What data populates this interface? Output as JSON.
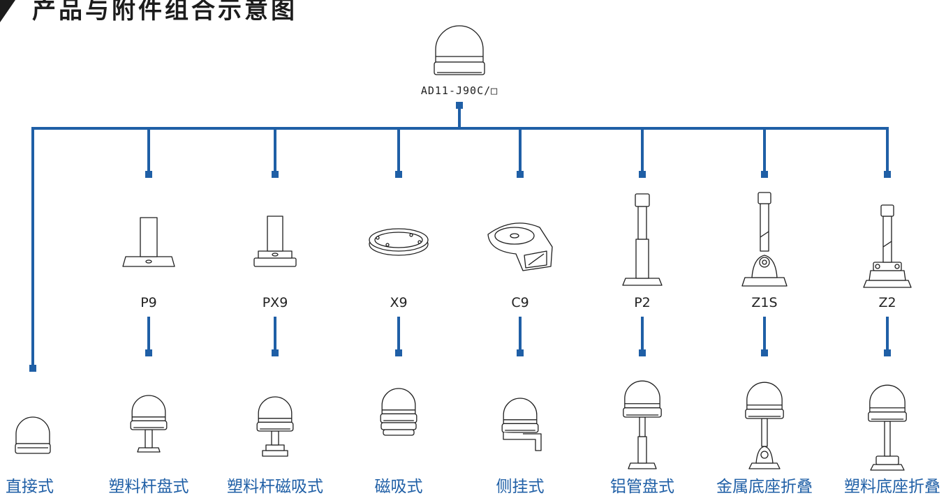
{
  "title": "产品与附件组合示意图",
  "top_product": {
    "model": "AD11-J90C/□",
    "icon": "signal-light-icon"
  },
  "colors": {
    "connector": "#1f5fa6",
    "title": "#1c1c1c",
    "label": "#1f5fa6",
    "model": "#222222"
  },
  "branches": [
    {
      "id": "direct",
      "model": "",
      "combo": "直接式",
      "accessory_icon": "",
      "combo_icon": "light-direct-mount-icon"
    },
    {
      "id": "p9",
      "model": "P9",
      "combo": "塑料杆盘式",
      "accessory_icon": "p9-plastic-pole-base-icon",
      "combo_icon": "light-p9-mount-icon"
    },
    {
      "id": "px9",
      "model": "PX9",
      "combo": "塑料杆磁吸式",
      "accessory_icon": "px9-magnetic-pole-base-icon",
      "combo_icon": "light-px9-mount-icon"
    },
    {
      "id": "x9",
      "model": "X9",
      "combo": "磁吸式",
      "accessory_icon": "x9-magnetic-disc-icon",
      "combo_icon": "light-x9-mount-icon"
    },
    {
      "id": "c9",
      "model": "C9",
      "combo": "侧挂式",
      "accessory_icon": "c9-side-bracket-icon",
      "combo_icon": "light-c9-mount-icon"
    },
    {
      "id": "p2",
      "model": "P2",
      "combo": "铝管盘式",
      "accessory_icon": "p2-aluminum-pole-icon",
      "combo_icon": "light-p2-mount-icon"
    },
    {
      "id": "z1s",
      "model": "Z1S",
      "combo": "金属底座折叠",
      "accessory_icon": "z1s-metal-folding-base-icon",
      "combo_icon": "light-z1s-mount-icon"
    },
    {
      "id": "z2",
      "model": "Z2",
      "combo": "塑料底座折叠",
      "accessory_icon": "z2-plastic-folding-base-icon",
      "combo_icon": "light-z2-mount-icon"
    }
  ]
}
